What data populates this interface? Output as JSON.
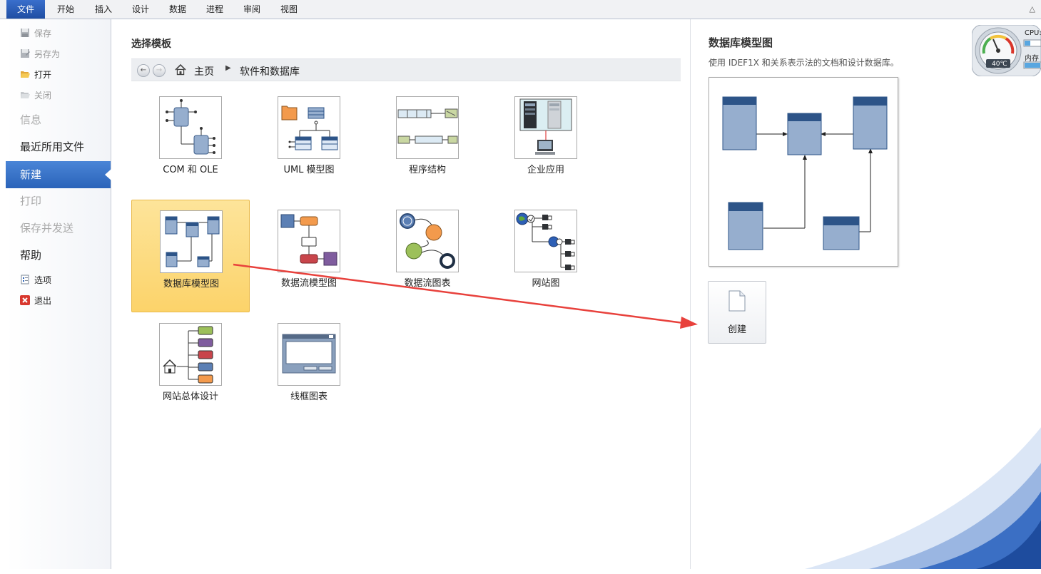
{
  "ribbon": {
    "tabs": [
      "文件",
      "开始",
      "插入",
      "设计",
      "数据",
      "进程",
      "审阅",
      "视图"
    ]
  },
  "nav": {
    "save": "保存",
    "save_as": "另存为",
    "open": "打开",
    "close": "关闭",
    "info": "信息",
    "recent": "最近所用文件",
    "new": "新建",
    "print": "打印",
    "save_send": "保存并发送",
    "help": "帮助",
    "options": "选项",
    "exit": "退出"
  },
  "main": {
    "title": "选择模板",
    "breadcrumb": {
      "home": "主页",
      "current": "软件和数据库"
    },
    "templates": [
      {
        "label": "COM 和 OLE"
      },
      {
        "label": "UML 模型图"
      },
      {
        "label": "程序结构"
      },
      {
        "label": "企业应用"
      },
      {
        "label": "数据库模型图"
      },
      {
        "label": "数据流模型图"
      },
      {
        "label": "数据流图表"
      },
      {
        "label": "网站图"
      },
      {
        "label": "网站总体设计"
      },
      {
        "label": "线框图表"
      }
    ]
  },
  "preview": {
    "title": "数据库模型图",
    "description": "使用 IDEF1X 和关系表示法的文档和设计数据库。",
    "create_label": "创建"
  },
  "gadget": {
    "cpu_label": "CPU:",
    "mem_label": "内存",
    "temp": "40℃"
  },
  "colors": {
    "accent": "#2a63b9",
    "selected_tile": "#fcd36a",
    "table_header": "#2d5488",
    "table_body": "#96aece",
    "annotation_arrow": "#e8413c"
  }
}
